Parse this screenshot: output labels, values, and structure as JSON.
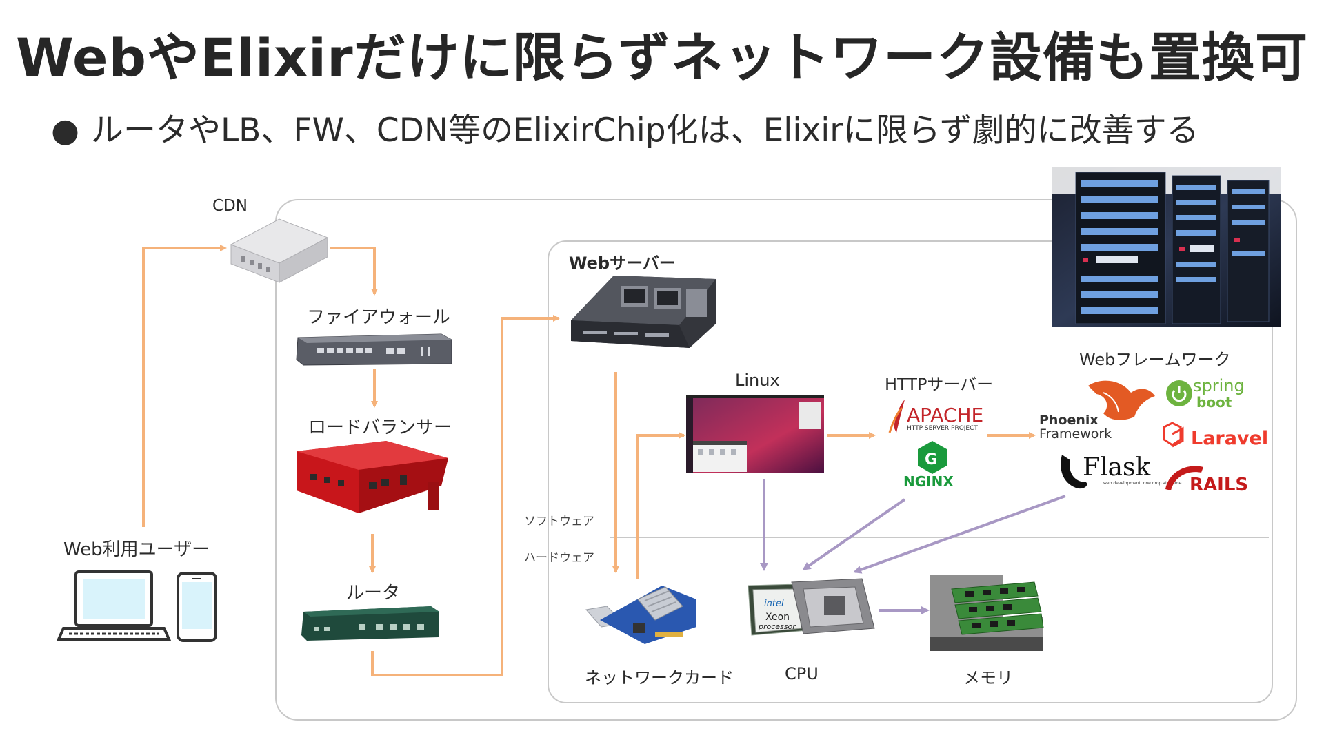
{
  "title": "WebやElixirだけに限らずネットワーク設備も置換可",
  "bullet": "ルータやLB、FW、CDN等のElixirChip化は、Elixirに限らず劇的に改善する",
  "labels": {
    "cdn": "CDN",
    "firewall": "ファイアウォール",
    "load_balancer": "ロードバランサー",
    "router": "ルータ",
    "web_user": "Web利用ユーザー",
    "web_server": "Webサーバー",
    "linux": "Linux",
    "http_server": "HTTPサーバー",
    "web_framework": "Webフレームワーク",
    "software": "ソフトウェア",
    "hardware": "ハードウェア",
    "network_card": "ネットワークカード",
    "cpu": "CPU",
    "memory": "メモリ"
  },
  "logos": {
    "apache": "APACHE",
    "apache_sub": "HTTP SERVER PROJECT",
    "nginx": "NGINX",
    "phoenix": "Phoenix",
    "phoenix_sub": "Framework",
    "spring": "spring",
    "spring_sub": "boot",
    "laravel": "Laravel",
    "flask": "Flask",
    "flask_sub": "web development, one drop at a time",
    "rails": "RAILS",
    "intel": "intel",
    "xeon": "Xeon",
    "xeon_sub": "processor"
  },
  "colors": {
    "flow_arrow": "#f5b27a",
    "hw_arrow": "#a898c4",
    "frame": "#c8c8c8",
    "firewall_red": "#c8161b",
    "router_green": "#1f4a3c",
    "apache_red": "#c3252a",
    "nginx_green": "#1a9a3c",
    "spring_green": "#6db33f",
    "laravel_red": "#ef3b2d",
    "rails_red": "#c41a1a",
    "phoenix_orange": "#e35a24",
    "ubuntu_purple": "#5e2750"
  }
}
